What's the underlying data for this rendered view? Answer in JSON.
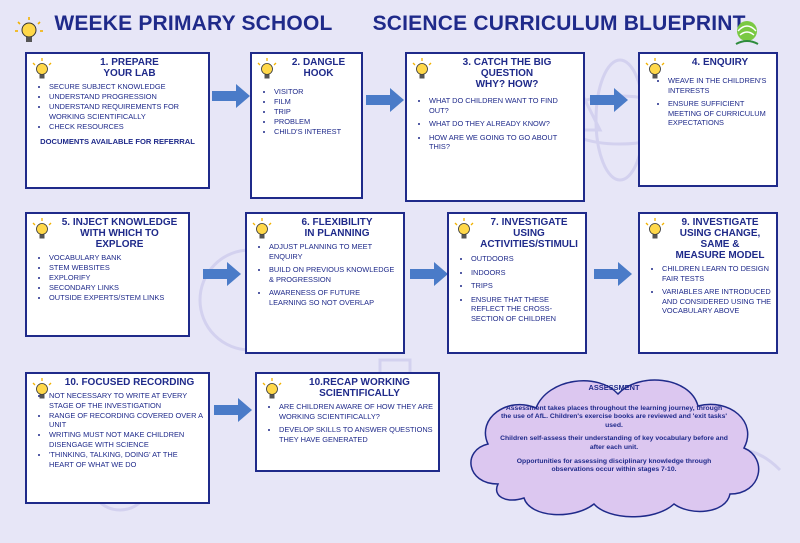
{
  "header": {
    "school": "WEEKE PRIMARY SCHOOL",
    "title": "SCIENCE CURRICULUM BLUEPRINT"
  },
  "stages": [
    {
      "title": "1.     PREPARE\nYOUR LAB",
      "items": [
        "SECURE SUBJECT KNOWLEDGE",
        "UNDERSTAND PROGRESSION",
        "UNDERSTAND REQUIREMENTS FOR WORKING SCIENTIFICALLY",
        "CHECK RESOURCES"
      ],
      "note": "DOCUMENTS AVAILABLE FOR REFERRAL"
    },
    {
      "title": "2.     DANGLE\nHOOK",
      "items": [
        "VISITOR",
        "FILM",
        "TRIP",
        "PROBLEM",
        "CHILD'S INTEREST"
      ]
    },
    {
      "title": "3.    CATCH THE BIG\nQUESTION\nWHY?  HOW?",
      "items": [
        "WHAT DO CHILDREN WANT TO FIND OUT?",
        "WHAT DO THEY ALREADY KNOW?",
        "HOW ARE WE GOING TO GO ABOUT THIS?"
      ]
    },
    {
      "title": "4.    ENQUIRY",
      "items": [
        "WEAVE IN THE CHILDREN'S INTERESTS",
        "ENSURE SUFFICIENT MEETING OF CURRICULUM EXPECTATIONS"
      ]
    },
    {
      "title": "5.   INJECT KNOWLEDGE\nWITH WHICH TO\nEXPLORE",
      "items": [
        "VOCABULARY BANK",
        "STEM WEBSITES",
        "EXPLORIFY",
        "SECONDARY LINKS",
        "OUTSIDE EXPERTS/STEM LINKS"
      ]
    },
    {
      "title": "6.    FLEXIBILITY\nIN PLANNING",
      "items": [
        "ADJUST PLANNING TO MEET ENQUIRY",
        "BUILD ON PREVIOUS KNOWLEDGE & PROGRESSION",
        "AWARENESS OF FUTURE LEARNING SO NOT OVERLAP"
      ]
    },
    {
      "title": "7.    INVESTIGATE USING\nACTIVITIES/STIMULI",
      "items": [
        "OUTDOORS",
        "INDOORS",
        "TRIPS",
        "ENSURE THAT THESE REFLECT THE CROSS-SECTION OF CHILDREN"
      ]
    },
    {
      "title": "9.   INVESTIGATE\nUSING CHANGE,\nSAME &\nMEASURE MODEL",
      "items": [
        "CHILDREN LEARN TO DESIGN FAIR TESTS",
        "VARIABLES ARE INTRODUCED AND CONSIDERED USING THE VOCABULARY ABOVE"
      ]
    },
    {
      "title": "10. FOCUSED RECORDING",
      "items": [
        "NOT NECESSARY TO WRITE AT EVERY STAGE OF THE INVESTIGATION",
        "RANGE OF RECORDING COVERED OVER A UNIT",
        "WRITING MUST NOT MAKE CHILDREN DISENGAGE WITH SCIENCE",
        "'THINKING, TALKING, DOING' AT THE HEART OF WHAT WE DO"
      ]
    },
    {
      "title": "10.RECAP WORKING\nSCIENTIFICALLY",
      "items": [
        "ARE CHILDREN AWARE OF HOW THEY ARE WORKING SCIENTIFICALLY?",
        "DEVELOP SKILLS TO ANSWER QUESTIONS THEY HAVE GENERATED"
      ]
    }
  ],
  "assessment": {
    "heading": "ASSESSMENT",
    "p1": "Assessment takes places throughout the learning journey, through the use of AfL. Children's exercise books are reviewed and 'exit tasks' used.",
    "p2": "Children self-assess their understanding of key vocabulary before and after each unit.",
    "p3": "Opportunities for assessing disciplinary knowledge through observations occur within stages 7-10."
  },
  "colors": {
    "primary": "#1f2a8a",
    "arrow": "#4a7bc8",
    "cloud": "#dcc7f0",
    "background": "#e7e6f7"
  },
  "icons": [
    "lightbulb-icon",
    "school-logo-icon",
    "arrow-right-icon"
  ]
}
